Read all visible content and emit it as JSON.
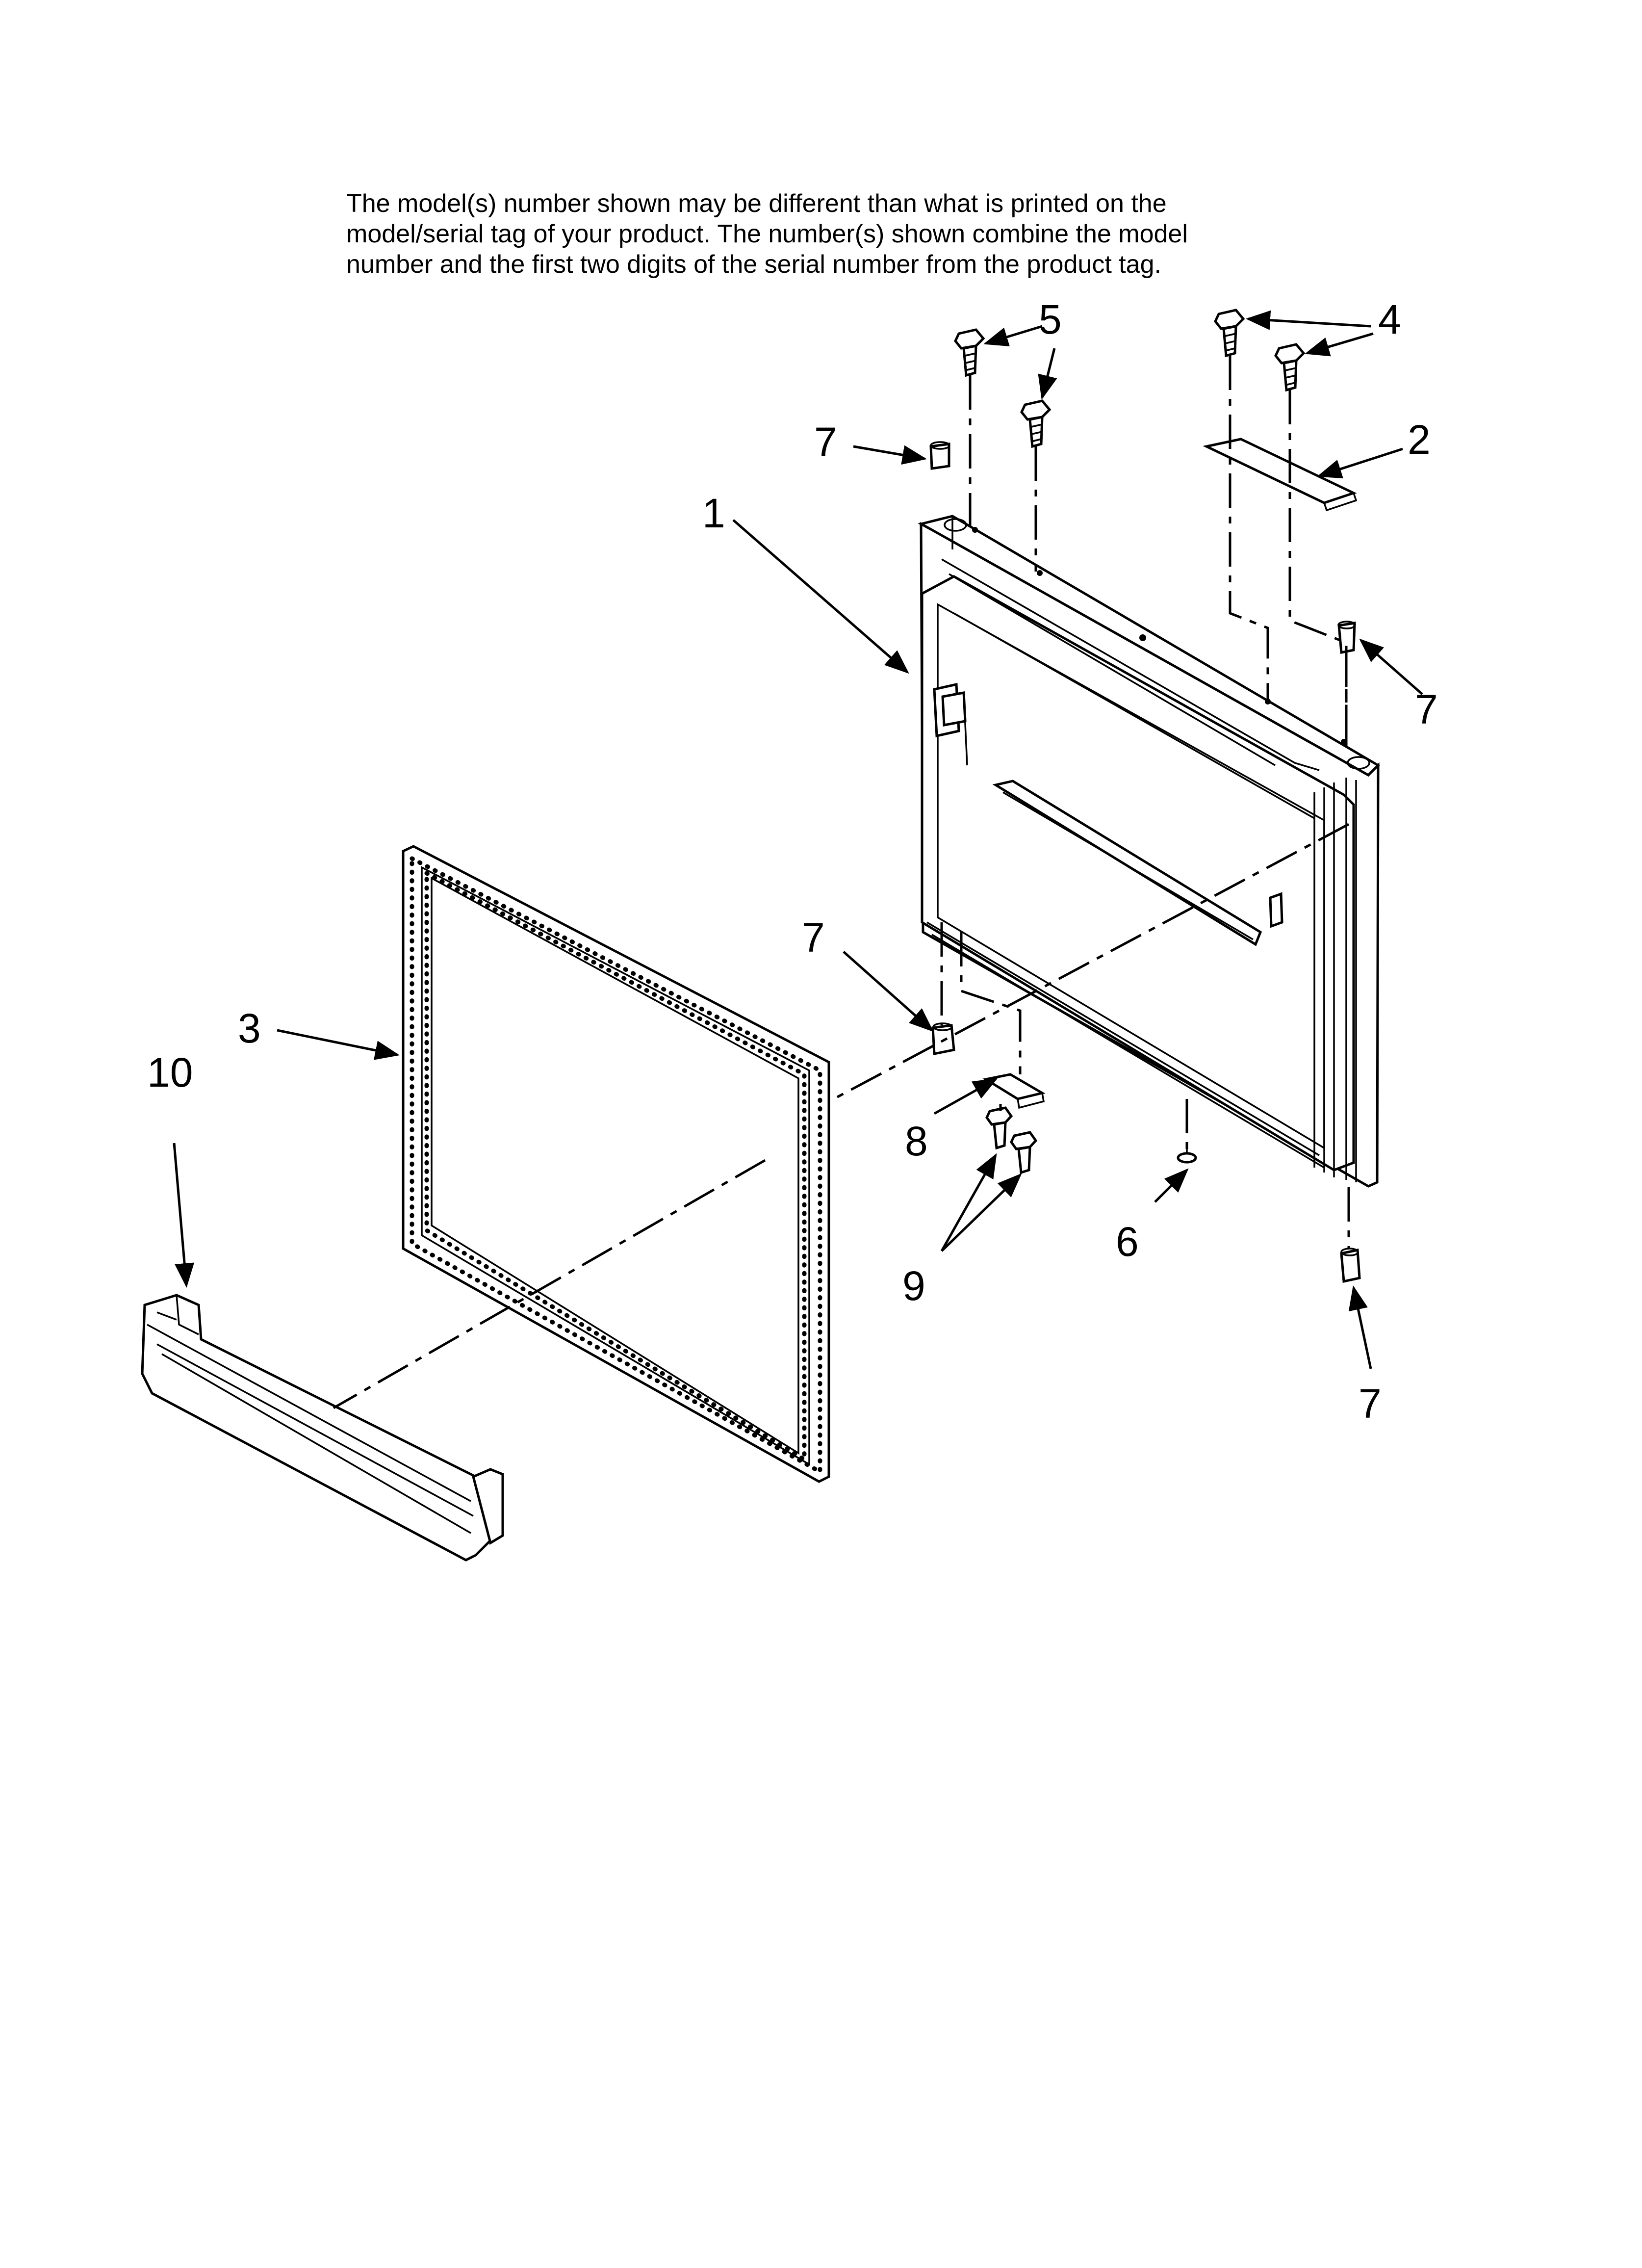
{
  "note": {
    "lines": [
      "The model(s) number shown may be different than what is printed on the",
      "model/serial tag of your product. The number(s) shown combine the model",
      "number and the first two digits of the serial number from the product tag."
    ]
  },
  "callouts": {
    "c1": "1",
    "c2": "2",
    "c3": "3",
    "c4": "4",
    "c5": "5",
    "c6": "6",
    "c7a": "7",
    "c7b": "7",
    "c7c": "7",
    "c7d": "7",
    "c8": "8",
    "c9": "9",
    "c10": "10"
  }
}
